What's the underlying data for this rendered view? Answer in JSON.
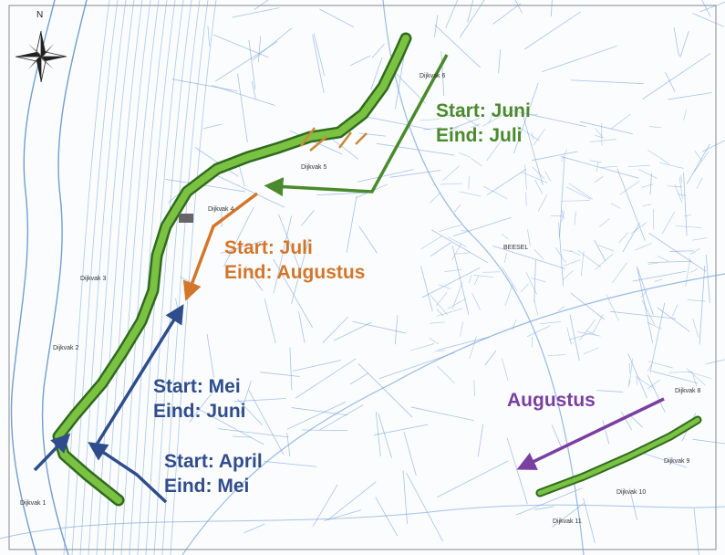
{
  "north_label": "N",
  "phases": [
    {
      "id": "phase-june-july",
      "lines": [
        "Start: Juni",
        "Eind: Juli"
      ],
      "color": "#4a8a2c"
    },
    {
      "id": "phase-july-august",
      "lines": [
        "Start: Juli",
        "Eind: Augustus"
      ],
      "color": "#d4762a"
    },
    {
      "id": "phase-may-june",
      "lines": [
        "Start: Mei",
        "Eind: Juni"
      ],
      "color": "#2f4d8c"
    },
    {
      "id": "phase-april-may",
      "lines": [
        "Start: April",
        "Eind: Mei"
      ],
      "color": "#2f4d8c"
    },
    {
      "id": "phase-august",
      "lines": [
        "Augustus"
      ],
      "color": "#7a3fa0"
    }
  ],
  "place_labels": {
    "dijkvak_1": "Dijkvak 1",
    "dijkvak_2": "Dijkvak 2",
    "dijkvak_3": "Dijkvak 3",
    "dijkvak_4": "Dijkvak 4",
    "dijkvak_5": "Dijkvak 5",
    "dijkvak_6": "Dijkvak 6",
    "dijkvak_8": "Dijkvak 8",
    "dijkvak_9": "Dijkvak 9",
    "dijkvak_10": "Dijkvak 10",
    "dijkvak_11": "Dijkvak 11",
    "town": "BEESEL"
  },
  "colors": {
    "route": "#7cc242",
    "route_dark": "#2f6b1e",
    "parcel_lines": "#6e9fd8",
    "river": "#4f86c6"
  }
}
